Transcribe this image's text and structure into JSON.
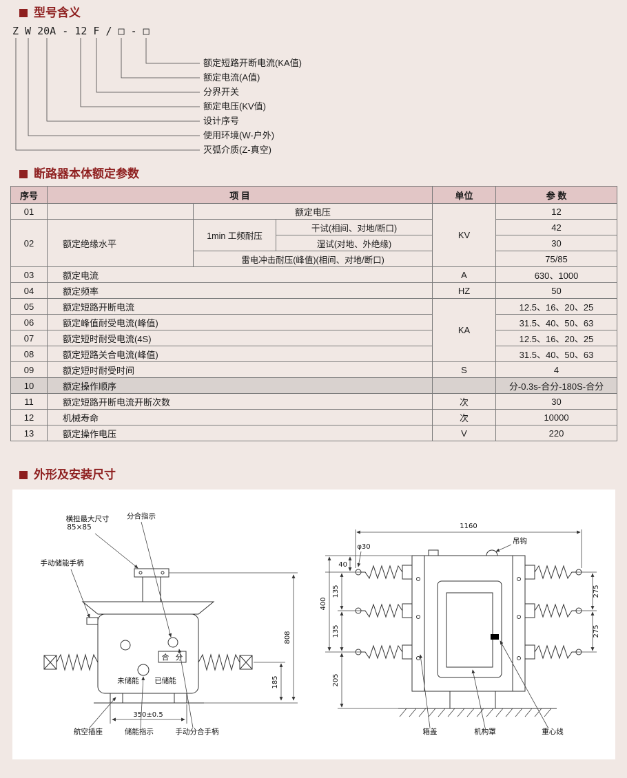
{
  "colors": {
    "accent": "#8e1f1f",
    "page_bg": "#f1e8e4",
    "table_header_bg": "#e2c6c6",
    "highlight_row_bg": "#d9d2cf"
  },
  "sections": {
    "model_meaning": "型号含义",
    "rated_params": "断路器本体额定参数",
    "dimensions": "外形及安装尺寸"
  },
  "model": {
    "code": "Z W 20A - 12 F / □ - □",
    "labels": [
      "额定短路开断电流(KA值)",
      "额定电流(A值)",
      "分界开关",
      "额定电压(KV值)",
      "设计序号",
      "使用环境(W-户外)",
      "灭弧介质(Z-真空)"
    ]
  },
  "table": {
    "headers": {
      "no": "序号",
      "item": "项 目",
      "unit": "单位",
      "param": "参 数"
    },
    "r01": {
      "no": "01",
      "item": "额定电压",
      "unit": "KV",
      "param": "12"
    },
    "r02": {
      "no": "02",
      "item": "额定绝缘水平",
      "freq_withstand": "1min 工频耐压",
      "dry": "干试(相间、对地/断口)",
      "dry_value": "42",
      "wet": "湿试(对地、外绝缘)",
      "wet_value": "30",
      "impulse": "雷电冲击耐压(峰值)(相间、对地/断口)",
      "impulse_value": "75/85"
    },
    "r03": {
      "no": "03",
      "item": "额定电流",
      "unit": "A",
      "param": "630、1000"
    },
    "r04": {
      "no": "04",
      "item": "额定频率",
      "unit": "HZ",
      "param": "50"
    },
    "r05": {
      "no": "05",
      "item": "额定短路开断电流",
      "unit": "KA",
      "param": "12.5、16、20、25"
    },
    "r06": {
      "no": "06",
      "item": "额定峰值耐受电流(峰值)",
      "param": "31.5、40、50、63"
    },
    "r07": {
      "no": "07",
      "item": "额定短时耐受电流(4S)",
      "param": "12.5、16、20、25"
    },
    "r08": {
      "no": "08",
      "item": "额定短路关合电流(峰值)",
      "param": "31.5、40、50、63"
    },
    "r09": {
      "no": "09",
      "item": "额定短时耐受时间",
      "unit": "S",
      "param": "4"
    },
    "r10": {
      "no": "10",
      "item": "额定操作顺序",
      "unit": "",
      "param": "分-0.3s-合分-180S-合分"
    },
    "r11": {
      "no": "11",
      "item": "额定短路开断电流开断次数",
      "unit": "次",
      "param": "30"
    },
    "r12": {
      "no": "12",
      "item": "机械寿命",
      "unit": "次",
      "param": "10000"
    },
    "r13": {
      "no": "13",
      "item": "额定操作电压",
      "unit": "V",
      "param": "220"
    }
  },
  "drawings": {
    "front": {
      "crossarm_note_line1": "横担最大尺寸",
      "crossarm_note_line2": "85×85",
      "open_close_indicator": "分合指示",
      "manual_charge_handle": "手动储能手柄",
      "close_char": "合",
      "open_char": "分",
      "not_charged": "未储能",
      "charged": "已储能",
      "dim_height": "808",
      "dim_bushing_height": "185",
      "dim_width": "350±0.5",
      "aviation_socket": "航空插座",
      "charge_indicator": "储能指示",
      "manual_switch_handle": "手动分合手柄"
    },
    "side": {
      "dim_total_width": "1160",
      "lifting_hook": "吊钩",
      "dim_phi30": "φ30",
      "dim_40": "40",
      "dim_135_upper": "135",
      "dim_400": "400",
      "dim_135_lower": "135",
      "dim_205": "205",
      "dim_275_upper": "275",
      "dim_275_lower": "275",
      "tank_cover": "箱盖",
      "mechanism_cover": "机构罩",
      "center_of_gravity_line": "重心线"
    }
  }
}
